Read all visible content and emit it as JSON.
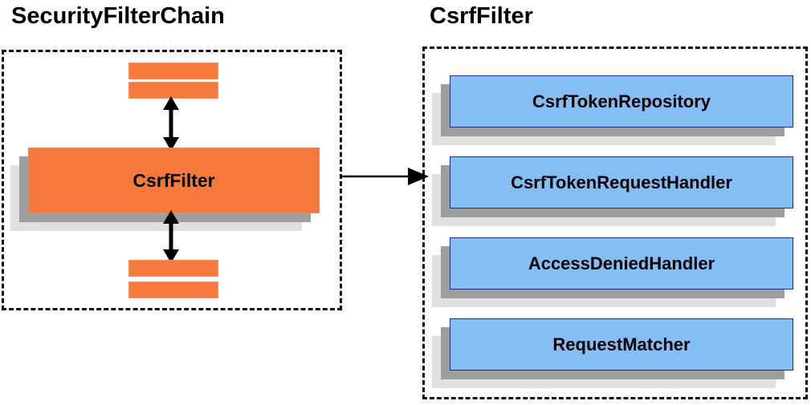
{
  "diagram": {
    "type": "component-collaboration-diagram",
    "background_color": "#ffffff"
  },
  "panels": [
    {
      "id": "security-filter-chain",
      "title": "SecurityFilterChain",
      "border_style": "dashed",
      "border_color": "#111111",
      "highlighted_component": {
        "label": "CsrfFilter",
        "fill_color": "#f5793a",
        "shadow_colors": [
          "#9e9e9e",
          "#e0e0e0"
        ]
      },
      "neighbour_filters": [
        {
          "label": "",
          "position": "above"
        },
        {
          "label": "",
          "position": "above"
        },
        {
          "label": "",
          "position": "below"
        },
        {
          "label": "",
          "position": "below"
        }
      ],
      "connectors": [
        {
          "id": "up",
          "direction": "bidirectional-vertical"
        },
        {
          "id": "down",
          "direction": "bidirectional-vertical"
        }
      ]
    },
    {
      "id": "csrf-filter-detail",
      "title": "CsrfFilter",
      "border_style": "dashed",
      "border_color": "#111111",
      "collaborators": [
        {
          "label": "CsrfTokenRepository",
          "fill_color": "#85bdf5"
        },
        {
          "label": "CsrfTokenRequestHandler",
          "fill_color": "#85bdf5"
        },
        {
          "label": "AccessDeniedHandler",
          "fill_color": "#85bdf5"
        },
        {
          "label": "RequestMatcher",
          "fill_color": "#85bdf5"
        }
      ]
    }
  ],
  "connector_between_panels": {
    "id": "expand-arrow",
    "direction": "left-to-right",
    "label": "",
    "color": "#000000"
  }
}
